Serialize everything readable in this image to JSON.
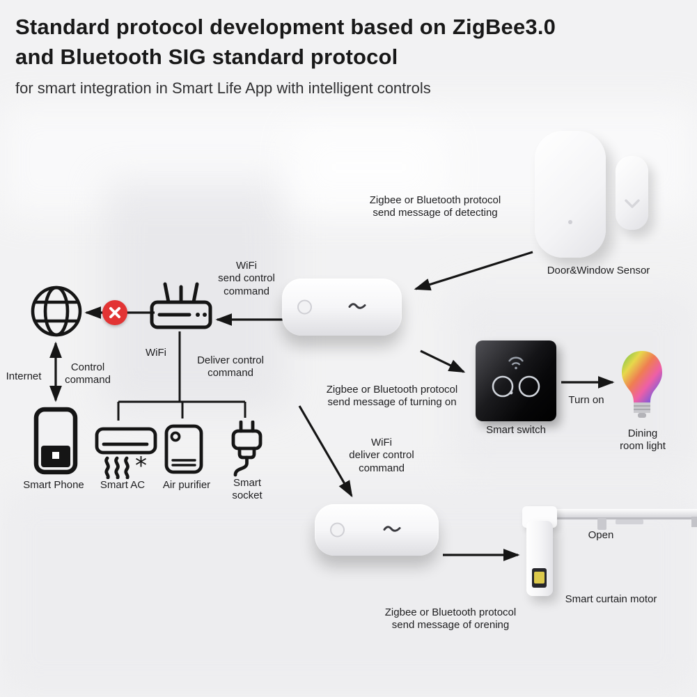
{
  "header": {
    "title": "Standard protocol development based on ZigBee3.0\nand Bluetooth SIG standard protocol",
    "subtitle": "for smart integration in Smart Life App with intelligent controls"
  },
  "captions": {
    "detecting": "Zigbee or Bluetooth protocol\nsend message of detecting",
    "wifi_send": "WiFi\nsend control\ncommand",
    "deliver_control": "Deliver control\ncommand",
    "control_command": "Control\ncommand",
    "turning_on": "Zigbee or Bluetooth protocol\nsend message of turning on",
    "wifi_deliver": "WiFi\ndeliver control\ncommand",
    "orening": "Zigbee or Bluetooth protocol\nsend message of orening"
  },
  "labels": {
    "internet": "Internet",
    "wifi": "WiFi",
    "door_sensor": "Door&Window Sensor",
    "smart_switch": "Smart switch",
    "turn_on": "Turn on",
    "dining_light": "Dining\nroom light",
    "smart_phone": "Smart Phone",
    "smart_ac": "Smart AC",
    "air_purifier": "Air purifier",
    "smart_socket": "Smart\nsocket",
    "open": "Open",
    "curtain_motor": "Smart curtain motor"
  },
  "colors": {
    "arrow": "#151515",
    "blocked_red": "#e23434",
    "switch_body": "#0c0c0f",
    "bulb_gradient": [
      "#5fc04c",
      "#e7d84b",
      "#ef7d52",
      "#ee5fa7",
      "#8d5cd3",
      "#4a7fd4"
    ]
  }
}
